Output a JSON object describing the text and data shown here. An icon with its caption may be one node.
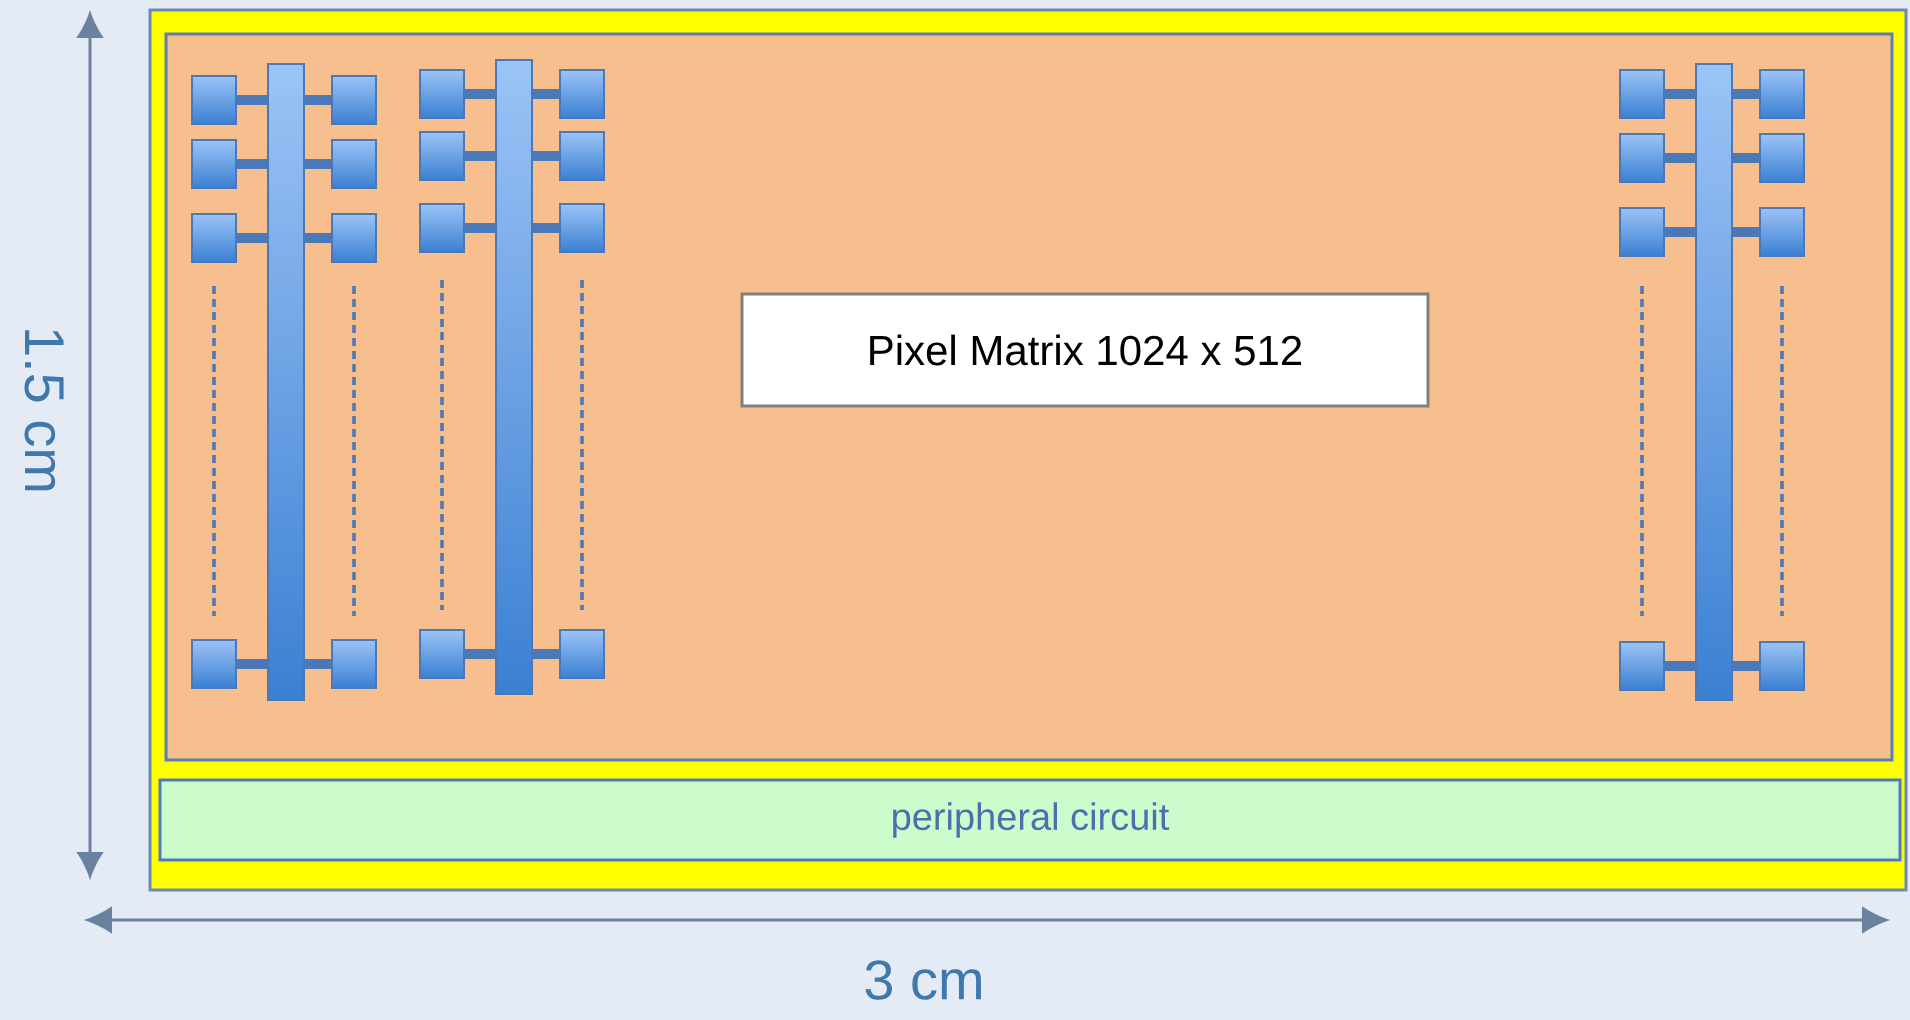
{
  "diagram": {
    "nodes": [
      {
        "text": [],
        "shape": "box"
      },
      {
        "text": [],
        "shape": "box",
        "in": 0
      },
      {
        "text": [
          "Pixel Matrix 1024 x 512"
        ],
        "in": 1
      },
      {
        "text": [
          "peripheral circuit"
        ],
        "in": 0
      }
    ],
    "labels": [
      "1.5 cm",
      "3 cm"
    ]
  }
}
